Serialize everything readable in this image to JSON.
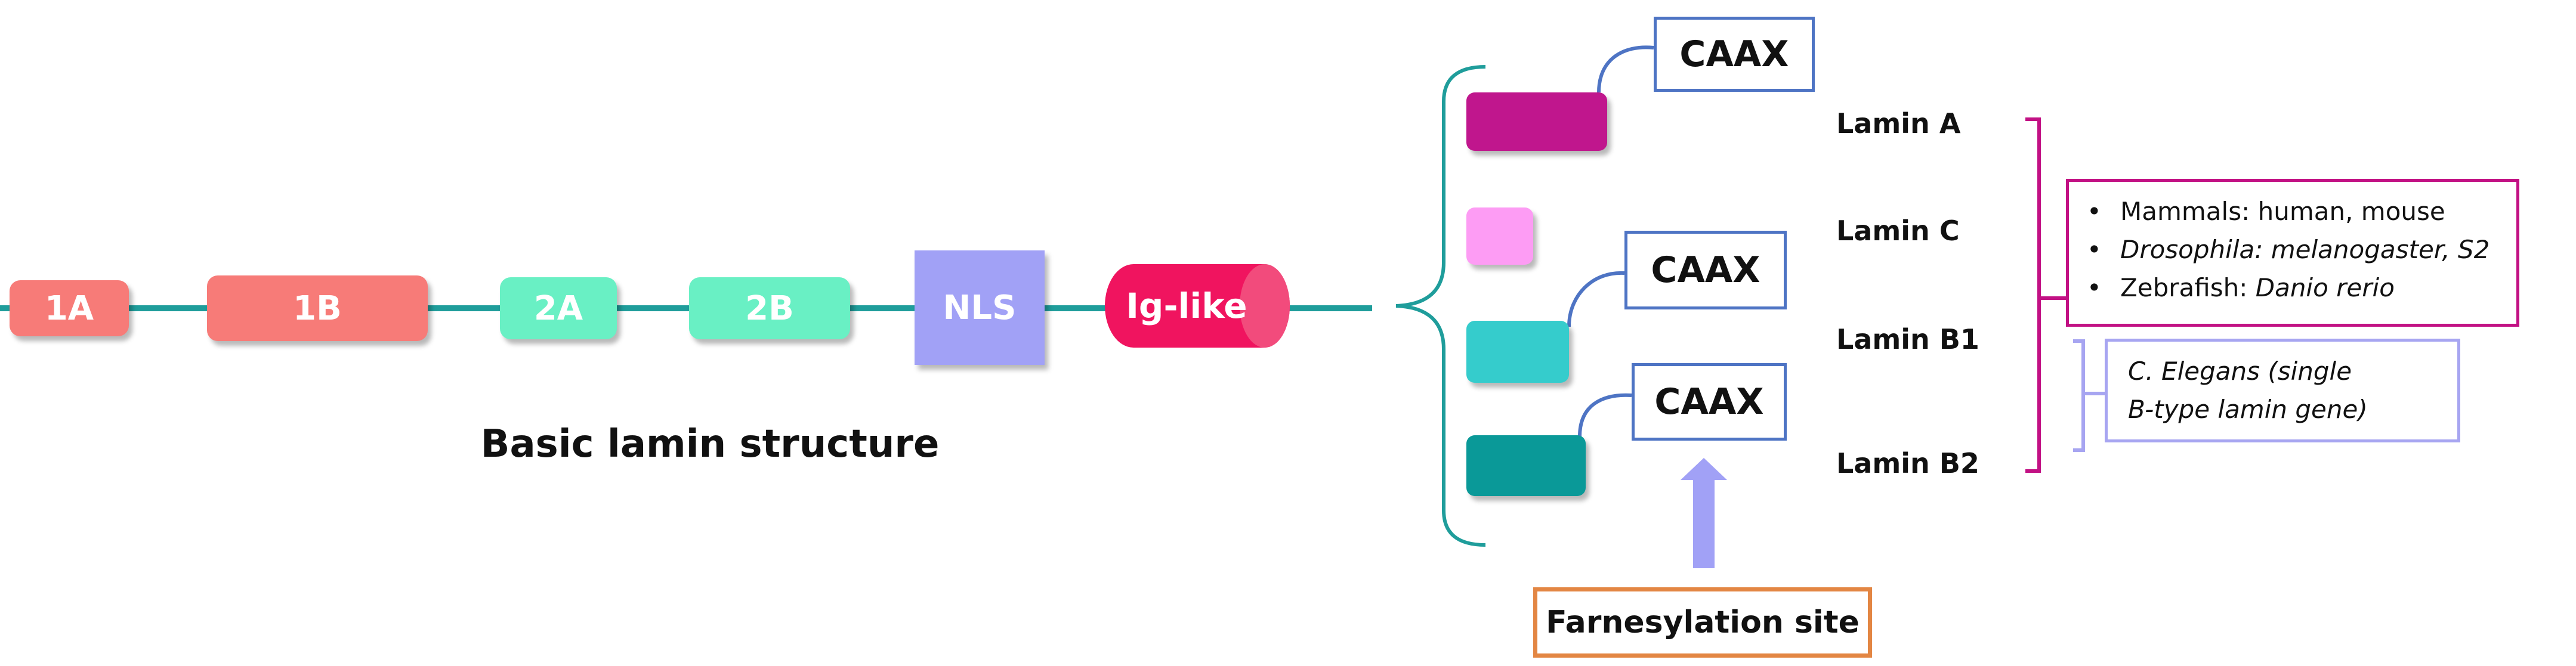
{
  "diagram": {
    "domains": [
      {
        "id": "1a",
        "label": "1A"
      },
      {
        "id": "1b",
        "label": "1B"
      },
      {
        "id": "2a",
        "label": "2A"
      },
      {
        "id": "2b",
        "label": "2B"
      },
      {
        "id": "nls",
        "label": "NLS"
      },
      {
        "id": "ig",
        "label": "Ig-like"
      }
    ],
    "structure_caption": "Basic lamin structure",
    "caax_label": "CAAX",
    "lamins": [
      {
        "label": "Lamin A"
      },
      {
        "label": "Lamin C"
      },
      {
        "label": "Lamin B1"
      },
      {
        "label": "Lamin B2"
      }
    ],
    "species": {
      "bullet": "•",
      "lines": [
        {
          "normal": "Mammals: human, mouse",
          "italic": ""
        },
        {
          "normal": "",
          "italic": "Drosophila: melanogaster, S2"
        },
        {
          "normal": "Zebrafish: ",
          "italic": "Danio rerio"
        }
      ]
    },
    "celegans": {
      "line1": "C. Elegans (single",
      "line2": "B-type lamin gene)"
    },
    "farnesylation_label": "Farnesylation site"
  },
  "colors": {
    "backbone_line": "#1f9d9b",
    "domain_1": "#f77b78",
    "domain_2": "#69f0c4",
    "nls": "#a1a1f6",
    "ig_like": "#f0145f",
    "lamin_a": "#c0168d",
    "lamin_c": "#fd9cf4",
    "lamin_b1": "#35cccc",
    "lamin_b2": "#0a9998",
    "caax_border": "#4e74c4",
    "species_bracket": "#c21184",
    "celegans_bracket": "#a7a5f1",
    "farnesyl_border": "#e38643",
    "arrow": "#a1a1f6"
  }
}
